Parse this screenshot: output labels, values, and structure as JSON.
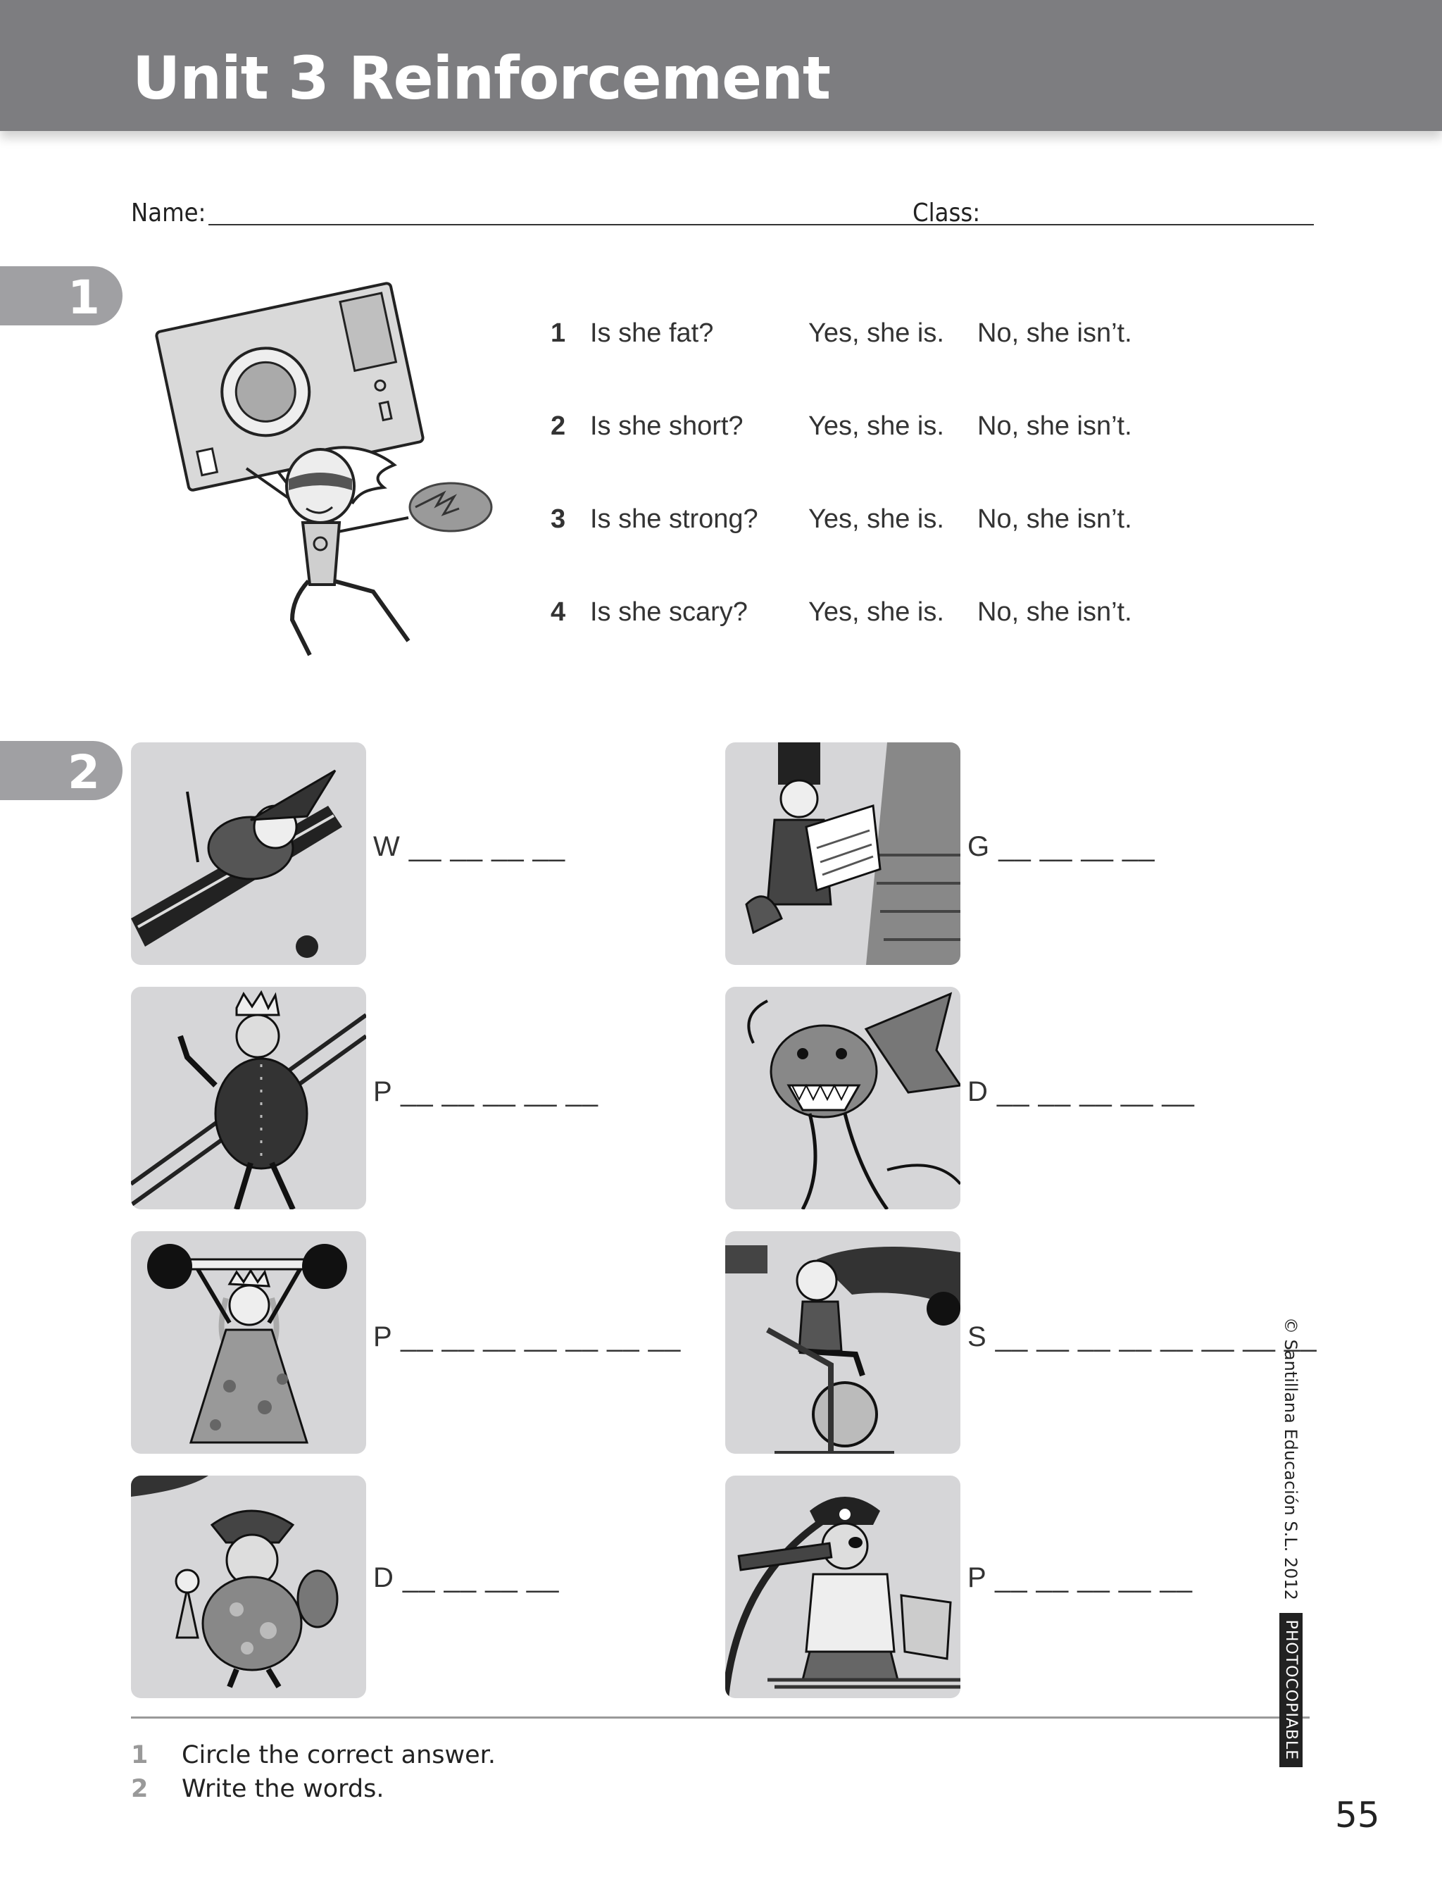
{
  "header": {
    "title": "Unit 3 Reinforcement"
  },
  "form": {
    "name_label": "Name:",
    "class_label": "Class:"
  },
  "sections": [
    {
      "number": "1"
    },
    {
      "number": "2"
    }
  ],
  "exercise1": {
    "questions": [
      {
        "num": "1",
        "text": "Is she fat?",
        "yes": "Yes, she is.",
        "no": "No, she isn’t."
      },
      {
        "num": "2",
        "text": "Is she short?",
        "yes": "Yes, she is.",
        "no": "No, she isn’t."
      },
      {
        "num": "3",
        "text": "Is she strong?",
        "yes": "Yes, she is.",
        "no": "No, she isn’t."
      },
      {
        "num": "4",
        "text": "Is she scary?",
        "yes": "Yes, she is.",
        "no": "No, she isn’t."
      }
    ]
  },
  "exercise2": {
    "items": [
      {
        "word": "W __ __ __ __"
      },
      {
        "word": "G __ __ __ __"
      },
      {
        "word": "P __ __ __ __ __"
      },
      {
        "word": "D __ __ __ __ __"
      },
      {
        "word": "P __ __ __ __ __ __ __"
      },
      {
        "word": "S __ __ __ __ __ __ __ __"
      },
      {
        "word": "D __ __ __ __"
      },
      {
        "word": "P __ __ __ __ __"
      }
    ]
  },
  "instructions": [
    {
      "num": "1",
      "text": "Circle the correct answer."
    },
    {
      "num": "2",
      "text": "Write the words."
    }
  ],
  "footer": {
    "page_number": "55",
    "copyright": "© Santillana Educación S.L. 2012",
    "photocopiable": "PHOTOCOPIABLE"
  }
}
